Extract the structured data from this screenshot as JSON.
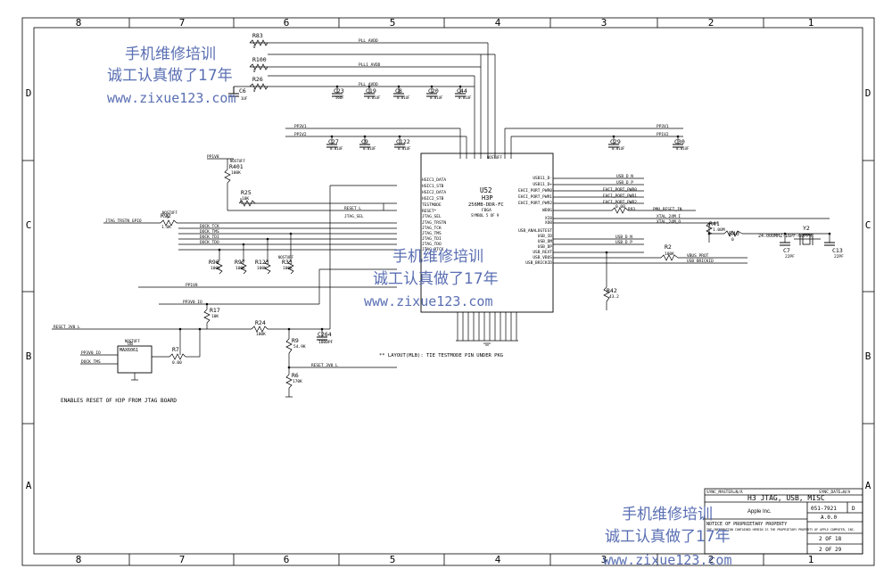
{
  "sheet": {
    "zones_top": [
      "8",
      "7",
      "6",
      "5",
      "4",
      "3",
      "2",
      "1"
    ],
    "zones_bottom": [
      "8",
      "7",
      "6",
      "5",
      "4",
      "3",
      "2",
      "1"
    ],
    "rows_left": [
      "D",
      "C",
      "B",
      "A"
    ],
    "rows_right": [
      "D",
      "C",
      "B",
      "A"
    ]
  },
  "watermark": {
    "line1": "手机维修培训",
    "line2": "诚工认真做了17年",
    "url": "www.zixue123.com"
  },
  "components": {
    "r83": {
      "ref": "R83",
      "val": "0"
    },
    "r100": {
      "ref": "R100",
      "val": "0"
    },
    "r26": {
      "ref": "R26",
      "val": "0"
    },
    "c6": {
      "ref": "C6",
      "val": "1UF"
    },
    "c23": {
      "ref": "C23",
      "val": "56UF"
    },
    "c19": {
      "ref": "C19",
      "val": "0.01UF"
    },
    "c8": {
      "ref": "C8",
      "val": "0.01UF"
    },
    "c20": {
      "ref": "C20",
      "val": "0.01UF"
    },
    "c44": {
      "ref": "C44",
      "val": "0.01UF"
    },
    "c27": {
      "ref": "C27",
      "val": "0.01UF"
    },
    "c9": {
      "ref": "C9",
      "val": "0.01UF"
    },
    "c122": {
      "ref": "C122",
      "val": "0.01UF"
    },
    "c29": {
      "ref": "C29",
      "val": "0.01UF"
    },
    "c30": {
      "ref": "C30",
      "val": "0.01UF"
    },
    "r401": {
      "ref": "R401",
      "val": "100K"
    },
    "r25": {
      "ref": "R25",
      "val": "10K"
    },
    "r92": {
      "ref": "R92",
      "val": "1.0K"
    },
    "r96": {
      "ref": "R96",
      "val": "100K"
    },
    "r97": {
      "ref": "R97",
      "val": "100K"
    },
    "r123": {
      "ref": "R123",
      "val": "100K"
    },
    "r33": {
      "ref": "R33",
      "val": "100K"
    },
    "r17": {
      "ref": "R17",
      "val": "10K"
    },
    "r24": {
      "ref": "R24",
      "val": "100K"
    },
    "r9": {
      "ref": "R9",
      "val": "54.9K"
    },
    "c264": {
      "ref": "C264",
      "val": "1000PF"
    },
    "r6": {
      "ref": "R6",
      "val": "170K"
    },
    "r42": {
      "ref": "R42",
      "val": "43.2"
    },
    "r41": {
      "ref": "R41",
      "val": "1.00M"
    },
    "r40": {
      "ref": "R40",
      "val": "0"
    },
    "r2": {
      "ref": "R2",
      "val": "100K"
    },
    "r93": {
      "ref": "R93",
      "val": "0.00"
    },
    "y2": {
      "ref": "Y2",
      "val": "24.000MHZ-16PF-60PPM"
    },
    "c7": {
      "ref": "C7",
      "val": "22PF"
    },
    "c13": {
      "ref": "C13",
      "val": "22PF"
    },
    "u8": {
      "ref": "U8",
      "val": "MAX6061"
    },
    "r7": {
      "ref": "R7",
      "val": "0.00"
    }
  },
  "u52": {
    "ref": "U52",
    "name": "H3P",
    "pkg": "256MB-DDR-FC",
    "sub": "FBGA",
    "sym": "SYMBOL 5 OF 9",
    "nostuff": "NOSTUFF",
    "pins_left": [
      "HSIC1_DATA",
      "HSIC1_STB",
      "HSIC2_DATA",
      "HSIC2_STB",
      "TESTMODE",
      "RESET*",
      "JTAG_SEL",
      "JTAG_TRSTN",
      "JTAG_TCK",
      "JTAG_TMS",
      "JTAG_TDI",
      "JTAG_TDO",
      "JTAG_RTCK"
    ],
    "pins_right": [
      "USB11_D-",
      "USB11_D+",
      "EHCI_PORT_PWR0",
      "EHCI_PORT_PWR1",
      "EHCI_PORT_PWR2",
      "WDOG",
      "XI0",
      "XO0",
      "USB_ANALOGTEST",
      "USB_ID",
      "USB_DM",
      "USB_DP",
      "USB_REXT",
      "USB_VBUS",
      "USB_BRICKID"
    ]
  },
  "nets": {
    "pll_avdd": "PLL_AVDD",
    "pll1_avdd": "PLL1_AVDD",
    "pp3v1": "PP3V1",
    "pp1v2": "PP1V2",
    "pp1v8": "PP1V8",
    "jtag_trstn_gpio": "JTAG_TRSTN_GPIO",
    "dock_tck": "DOCK_TCK",
    "dock_tms": "DOCK_TMS",
    "dock_tdi": "DOCK_TDI",
    "dock_tdo": "DOCK_TDO",
    "reset_l": "RESET_L",
    "jtag_sel": "JTAG_SEL",
    "reset_3v0": "RESET_3V0_L",
    "usb_d_n": "USB_D_N",
    "usb_d_p": "USB_D_P",
    "usb_vbus": "USB_VBUS",
    "pmu_reset_in": "PMU_RESET_IN",
    "xtal_24m_i": "XTAL_24M_I",
    "xtal_24m_o": "XTAL_24M_O",
    "vbus_prot": "VBUS_PROT",
    "usb_brickid": "USB_BRICKID",
    "ehci_port_pwr0": "EHCI_PORT_PWR0",
    "ehci_port_pwr1": "EHCI_PORT_PWR1",
    "ehci_port_pwr2": "EHCI_PORT_PWR2",
    "pp3v0_io": "PP3V0_IO"
  },
  "notes": {
    "layout": "** LAYOUT(MLB): TIE TESTMODE PIN UNDER PKG",
    "enables": "ENABLES RESET OF H3P FROM JTAG BOARD",
    "nostuff": "NOSTUFF"
  },
  "titleblock": {
    "sync_master": "SYNC_MASTER=N/A",
    "sync_date": "SYNC_DATE=N/A",
    "title": "H3 JTAG, USB, MISC",
    "company": "Apple Inc.",
    "notice_title": "NOTICE OF PROPRIETARY PROPERTY",
    "notice_line": "THE INFORMATION CONTAINED HEREIN IS THE PROPRIETARY PROPERTY OF APPLE COMPUTER, INC.",
    "drawing_no": "051-7921",
    "size": "D",
    "revision": "A.0.0",
    "sheet_a": "2 OF 18",
    "sheet_b": "2 OF 29"
  }
}
